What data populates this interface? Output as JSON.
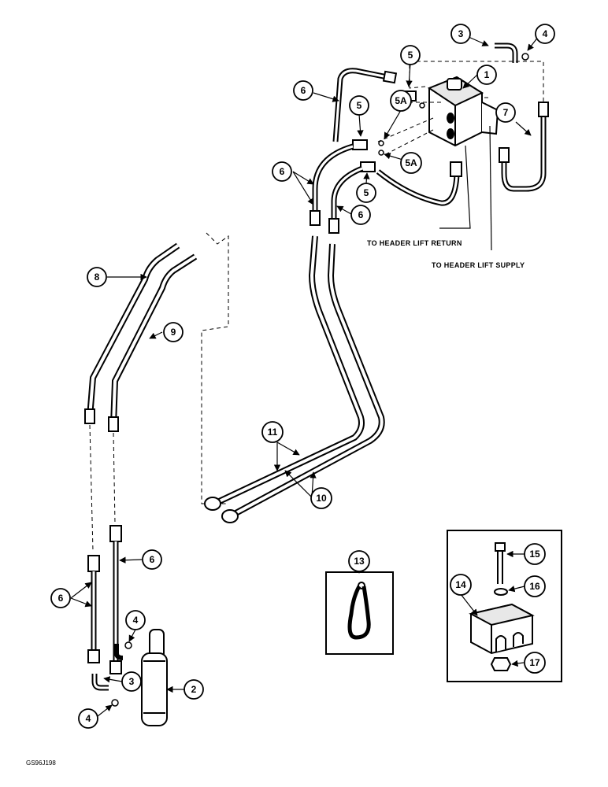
{
  "callouts": {
    "c1": "1",
    "c2": "2",
    "c3a": "3",
    "c3b": "3",
    "c4a": "4",
    "c4b": "4",
    "c4c": "4",
    "c5a": "5",
    "c5b": "5",
    "c5c": "5",
    "c5Aa": "5A",
    "c5Ab": "5A",
    "c6a": "6",
    "c6b": "6",
    "c6c": "6",
    "c6d": "6",
    "c6e": "6",
    "c7": "7",
    "c8": "8",
    "c9": "9",
    "c10": "10",
    "c11": "11",
    "c13": "13",
    "c14": "14",
    "c15": "15",
    "c16": "16",
    "c17": "17"
  },
  "notes": {
    "return": "TO HEADER LIFT RETURN",
    "supply": "TO HEADER LIFT SUPPLY"
  },
  "figure_code": "GS96J198"
}
